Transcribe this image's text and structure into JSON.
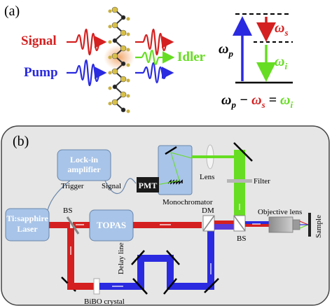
{
  "panel_a": {
    "label": "(a)",
    "signal_label": "Signal",
    "pump_label": "Pump",
    "idler_label": "Idler",
    "energy": {
      "omega_p": "ωp",
      "omega_s": "ωs",
      "omega_i": "ωi",
      "equation_left": "ωp",
      "equation_minus": "−",
      "equation_mid": "ωs",
      "equation_equals": "=",
      "equation_right": "ωi"
    }
  },
  "panel_b": {
    "label": "(b)",
    "laser": "Ti:sapphire\nLaser",
    "lockin": "Lock-in\namplifier",
    "topas": "TOPAS",
    "pmt": "PMT",
    "monochromator": "Monochromator",
    "trigger": "Trigger",
    "signal": "Signal",
    "bs_left": "BS",
    "bs_right": "BS",
    "dm": "DM",
    "lens": "Lens",
    "filter": "Filter",
    "objective": "Objective lens",
    "sample": "Sample",
    "delay_line": "Delay line",
    "bibo": "BiBO crystal"
  },
  "colors": {
    "signal_red": "#d42020",
    "pump_blue": "#2a2ae0",
    "idler_green": "#66dd22",
    "box_fill": "#a8c4e8",
    "panel_bg": "#e6e6e6"
  }
}
